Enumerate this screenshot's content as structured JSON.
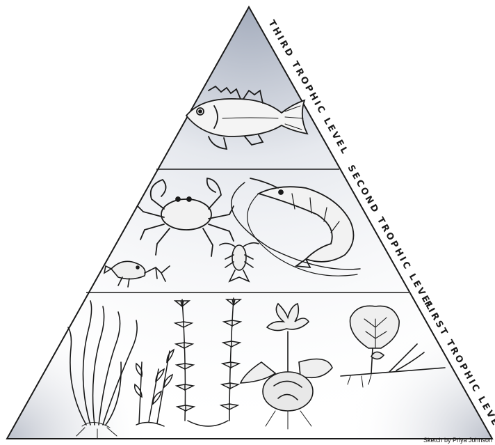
{
  "levels": [
    {
      "label": "THIRD TROPHIC LEVEL",
      "organisms": [
        "fish"
      ]
    },
    {
      "label": "SECOND TROPHIC LEVEL",
      "organisms": [
        "crab",
        "shrimp",
        "small-crustacean",
        "small-shrimp-larva"
      ]
    },
    {
      "label": "FIRST TROPHIC LEVEL",
      "organisms": [
        "tape-grass",
        "small-plant",
        "stem-plant",
        "water-lily",
        "floating-plant"
      ]
    }
  ],
  "credit": "Sketch by Priya Johnson",
  "colors": {
    "ink": "#1a1a1a",
    "shade": "#c9ccd4",
    "paper": "#ffffff"
  }
}
